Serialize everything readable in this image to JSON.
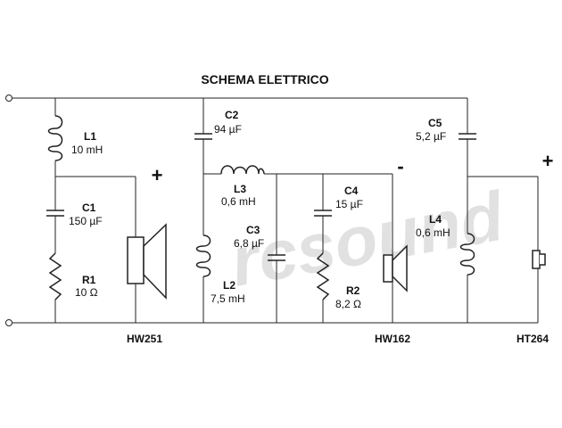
{
  "title": "SCHEMA ELETTRICO",
  "watermark": "rcsound",
  "polarity": {
    "plus1": "+",
    "minus": "-",
    "plus2": "+"
  },
  "components": {
    "L1": {
      "name": "L1",
      "value": "10 mH"
    },
    "C1": {
      "name": "C1",
      "value": "150 µF"
    },
    "R1": {
      "name": "R1",
      "value": "10 Ω"
    },
    "C2": {
      "name": "C2",
      "value": "94 µF"
    },
    "L3": {
      "name": "L3",
      "value": "0,6 mH"
    },
    "C3": {
      "name": "C3",
      "value": "6,8 µF"
    },
    "L2": {
      "name": "L2",
      "value": "7,5 mH"
    },
    "C4": {
      "name": "C4",
      "value": "15 µF"
    },
    "R2": {
      "name": "R2",
      "value": "8,2 Ω"
    },
    "C5": {
      "name": "C5",
      "value": "5,2 µF"
    },
    "L4": {
      "name": "L4",
      "value": "0,6 mH"
    }
  },
  "drivers": {
    "woofer": "HW251",
    "midrange": "HW162",
    "tweeter": "HT264"
  }
}
